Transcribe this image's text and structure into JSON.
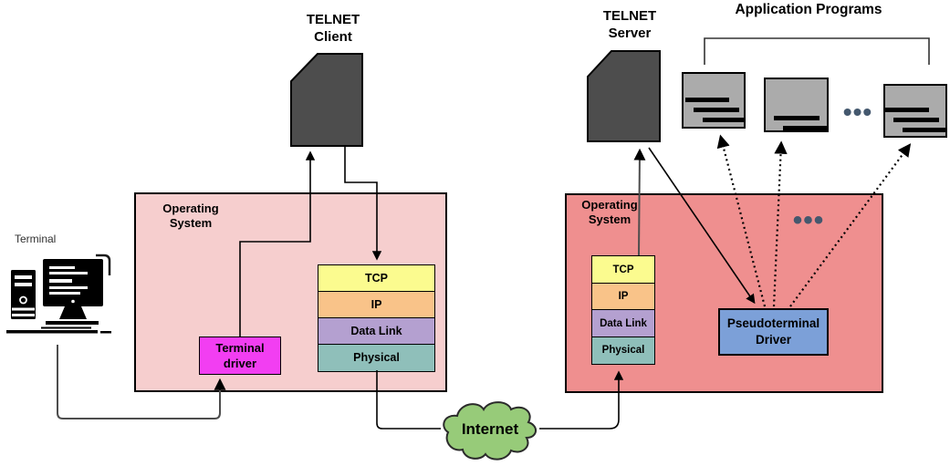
{
  "labels": {
    "terminal": "Terminal",
    "telnet_client": {
      "line1": "TELNET",
      "line2": "Client"
    },
    "telnet_server": {
      "line1": "TELNET",
      "line2": "Server"
    },
    "application_programs": "Application Programs",
    "internet": "Internet"
  },
  "left_os": {
    "title_line1": "Operating",
    "title_line2": "System",
    "terminal_driver": {
      "line1": "Terminal",
      "line2": "driver"
    }
  },
  "right_os": {
    "title_line1": "Operating",
    "title_line2": "System",
    "pseudoterminal_driver": {
      "line1": "Pseudoterminal",
      "line2": "Driver"
    },
    "ellipsis": "•••"
  },
  "protocol_stack": [
    {
      "label": "TCP",
      "color": "#FBFB8F"
    },
    {
      "label": "IP",
      "color": "#F9C389"
    },
    {
      "label": "Data Link",
      "color": "#B4A0D0"
    },
    {
      "label": "Physical",
      "color": "#8FBFBA"
    }
  ],
  "application_programs_ellipsis": "•••",
  "colors": {
    "left_os_fill": "#F6CECE",
    "right_os_fill": "#EF8F8F",
    "terminal_driver_fill": "#F23EF2",
    "pseudoterminal_fill": "#7CA0D8",
    "cloud_fill": "#97CB79",
    "document_icon_fill": "#4D4D4D",
    "program_icon_fill": "#ABABAB",
    "ellipsis_color": "#44586E",
    "line_color": "#000000",
    "terminal_line_color": "#4D4D4D"
  }
}
